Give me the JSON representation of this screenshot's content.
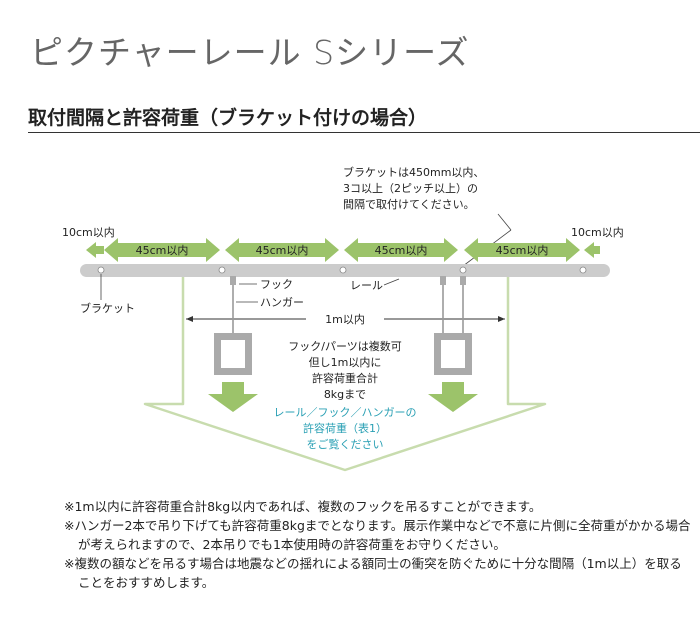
{
  "page": {
    "title": "ピクチャーレール Sシリーズ",
    "section_title": "取付間隔と許容荷重（ブラケット付けの場合）"
  },
  "diagram": {
    "bracket_note": [
      "ブラケットは450mm以内、",
      "3コ以上（2ピッチ以上）の",
      "間隔で取付けてください。"
    ],
    "end_spacing_label": "10cm以内",
    "pitch_label": "45cm以内",
    "hook_label": "フック",
    "hanger_label": "ハンガー",
    "rail_label": "レール",
    "bracket_label": "ブラケット",
    "span_label": "1m以内",
    "load_note": [
      "フック/パーツは複数可",
      "但し1m以内に",
      "許容荷重合計",
      "8kgまで"
    ],
    "table_ref": [
      "レール／フック／ハンガーの",
      "許容荷重（表1）",
      "をご覧ください"
    ]
  },
  "notes": [
    "※1m以内に許容荷重合計8kg以内であれば、複数のフックを吊るすことができます。",
    "※ハンガー2本で吊り下げても許容荷重8kgまでとなります。展示作業中などで不意に片側に全荷重がかかる場合が考えられますので、2本吊りでも1本使用時の許容荷重をお守りください。",
    "※複数の額などを吊るす場合は地震などの揺れによる額同士の衝突を防ぐために十分な間隔（1m以上）を取ることをおすすめします。"
  ],
  "colors": {
    "green_arrow": "#9cc36a",
    "rail": "#cccccc",
    "table_ref_text": "#2aa0b4",
    "outline": "#c8dcae"
  }
}
